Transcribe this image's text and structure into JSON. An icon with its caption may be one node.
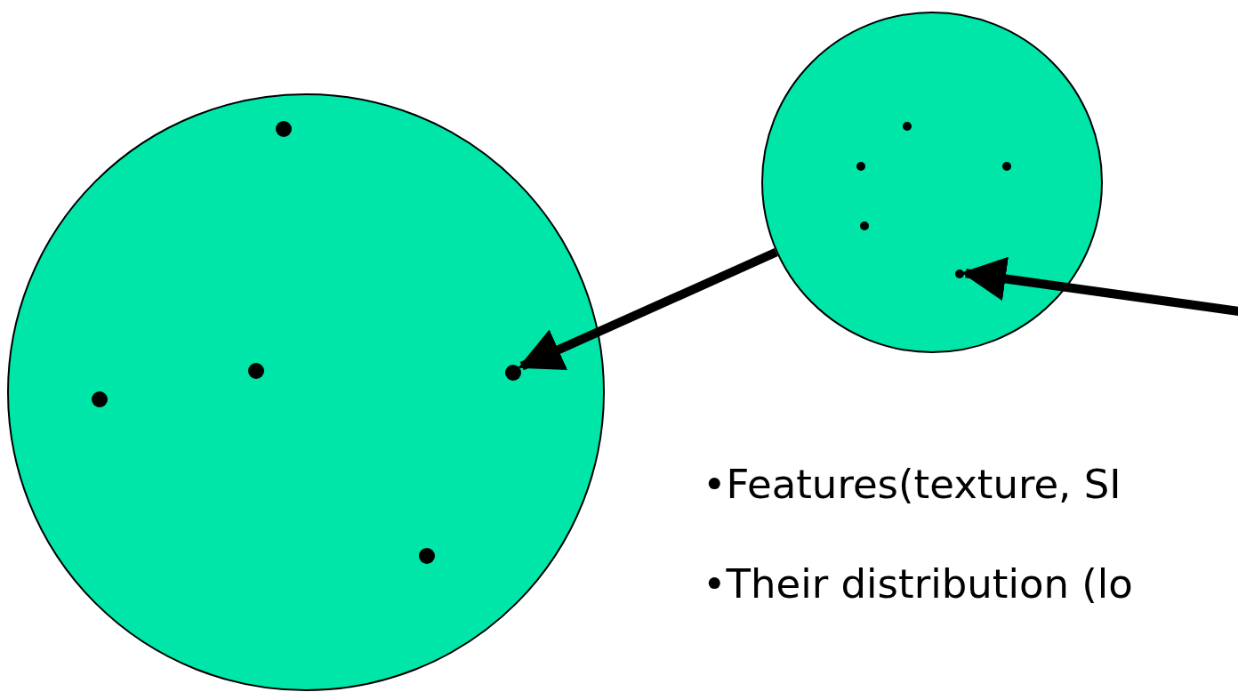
{
  "diagram": {
    "nodes": [
      {
        "text": [],
        "shape": "circle"
      },
      {
        "text": [],
        "shape": "circle",
        "in": 0
      },
      {
        "text": [],
        "shape": "circle"
      },
      {
        "text": [],
        "shape": "circle",
        "in": 2
      }
    ],
    "edges": [
      {
        "from": 2,
        "to": 1,
        "arrow": "to"
      },
      {
        "from": null,
        "to": 3,
        "arrow": "to"
      }
    ],
    "labels": [
      "•Features(texture, SI",
      "•Their distribution (lo"
    ]
  }
}
